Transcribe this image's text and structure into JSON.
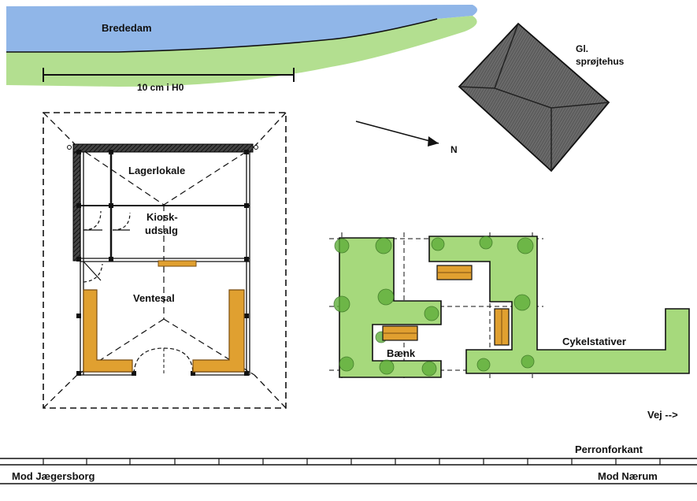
{
  "labels": {
    "lake": "Brededam",
    "scale": "10 cm i H0",
    "old_building_line1": "Gl.",
    "old_building_line2": "sprøjtehus",
    "north": "N",
    "storage": "Lagerlokale",
    "kiosk_line1": "Kiosk-",
    "kiosk_line2": "udsalg",
    "waiting_room": "Ventesal",
    "bench": "Bænk",
    "bike_racks": "Cykelstativer",
    "road": "Vej -->",
    "platform_edge": "Perronforkant",
    "toward_left": "Mod  Jægersborg",
    "toward_right": "Mod  Nærum"
  },
  "colors": {
    "water": "#5b8fd6",
    "grass": "#9ad468",
    "hedge": "#a6d97c",
    "bush": "#5fae3a",
    "bench_wood": "#e0a030",
    "roof": "#555555",
    "wall": "#222222"
  }
}
